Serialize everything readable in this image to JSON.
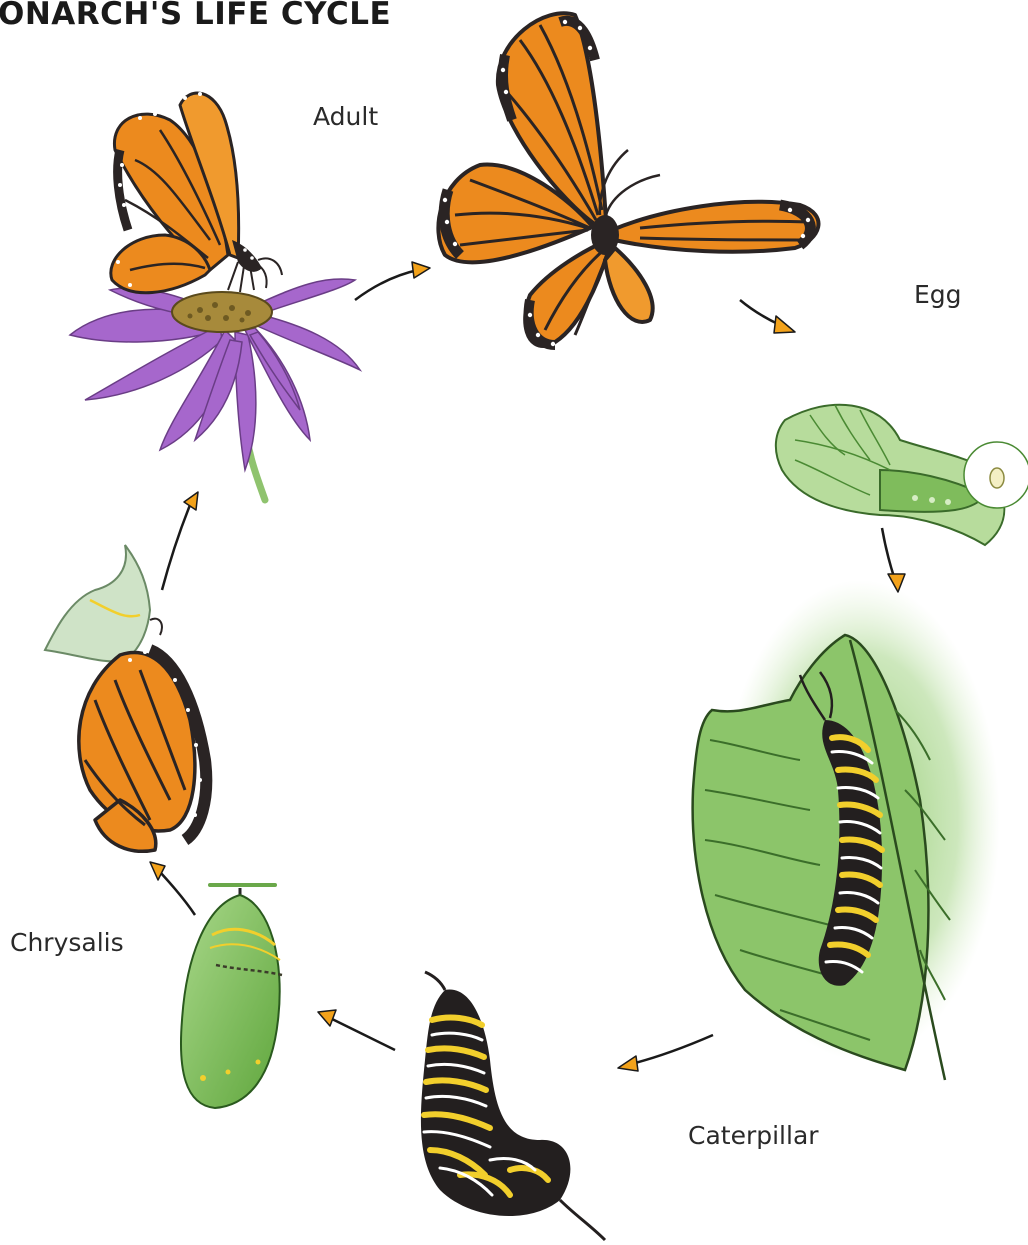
{
  "title": "ONARCH'S LIFE CYCLE",
  "stages": {
    "adult": "Adult",
    "egg": "Egg",
    "caterpillar": "Caterpillar",
    "chrysalis": "Chrysalis"
  },
  "colors": {
    "wing_orange": "#ec8a1e",
    "wing_black": "#2a2424",
    "leaf_green": "#8cc56a",
    "flower_purple": "#a365c9",
    "arrow_orange": "#f3a21a",
    "stripe_yellow": "#f2cf2c"
  }
}
